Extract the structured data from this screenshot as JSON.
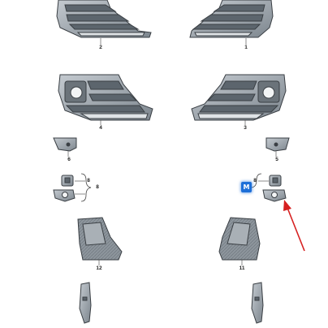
{
  "parts": [
    {
      "id": "grille-upper-left",
      "label": "2"
    },
    {
      "id": "grille-upper-right",
      "label": "1"
    },
    {
      "id": "grille-fog-left",
      "label": "4"
    },
    {
      "id": "grille-fog-right",
      "label": "3"
    },
    {
      "id": "cover-left",
      "label": "6"
    },
    {
      "id": "cover-right",
      "label": "5"
    },
    {
      "id": "bracket-set-left-a",
      "label": "8"
    },
    {
      "id": "bracket-set-left-b",
      "label": "8"
    },
    {
      "id": "bracket-set-right",
      "label": "8"
    },
    {
      "id": "deflector-left",
      "label": "12"
    },
    {
      "id": "deflector-right",
      "label": "11"
    }
  ],
  "badge": {
    "text": "M",
    "color": "#1d6fd8"
  },
  "arrow": {
    "color": "#d62020"
  },
  "colors": {
    "part_fill": "#9aa3ab",
    "part_stroke": "#3a3f44",
    "grille_dark": "#5c656d"
  }
}
